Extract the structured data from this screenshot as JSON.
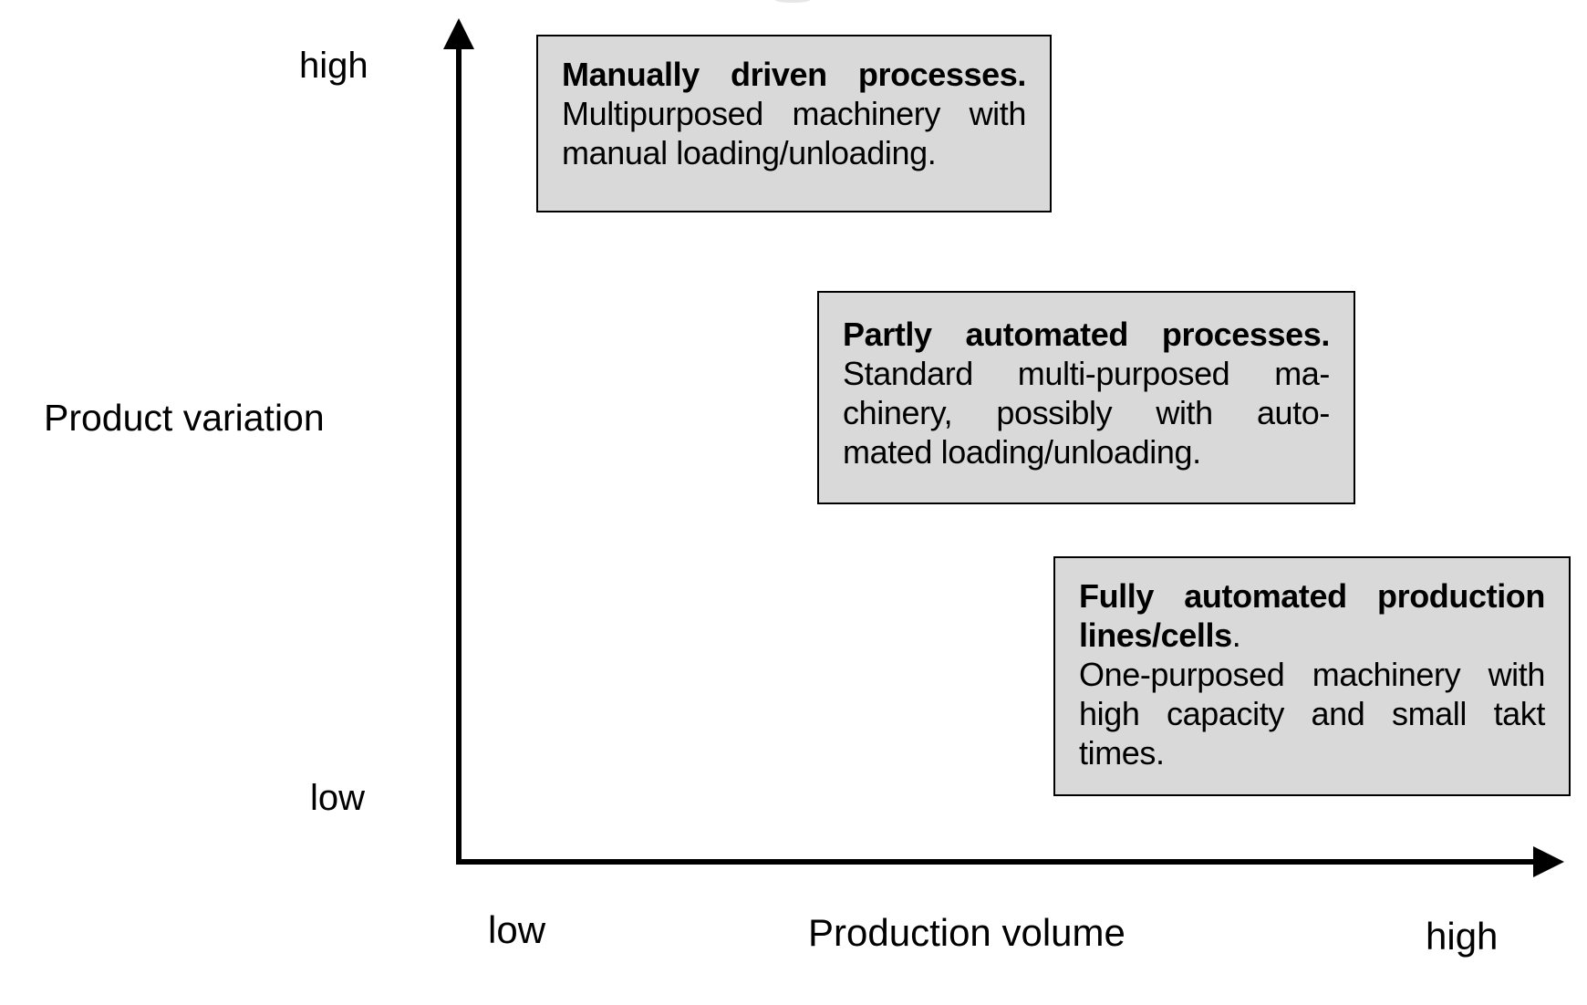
{
  "figure": {
    "background_color": "#ffffff",
    "box_fill_color": "#d9d9d9",
    "box_border_color": "#000000",
    "axis_color": "#000000",
    "text_color": "#000000"
  },
  "y_axis": {
    "title": "Product variation",
    "high_label": "high",
    "low_label": "low"
  },
  "x_axis": {
    "title": "Production volume",
    "low_label": "low",
    "high_label": "high"
  },
  "boxes": [
    {
      "id": "manually-driven-processes",
      "lines": [
        "Manually driven processes.",
        "Multipurposed machinery with",
        "manual loading/unloading."
      ]
    },
    {
      "id": "partly-automated-processes",
      "lines": [
        "Partly automated processes.",
        "Standard multi-purposed ma-",
        "chinery, possibly with auto-",
        "mated loading/unloading."
      ]
    },
    {
      "id": "fully-automated-production-lines",
      "lines": [
        "Fully automated production",
        {
          "bold": "lines/cells",
          "regular": "."
        },
        "One-purposed machinery with",
        "high capacity and small takt",
        "times."
      ]
    }
  ]
}
